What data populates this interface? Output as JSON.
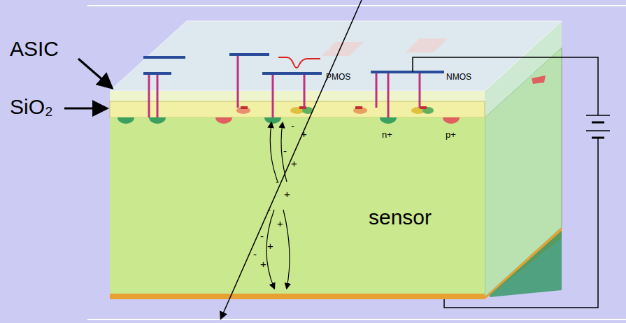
{
  "diagram": {
    "labels": [
      "ASIC",
      "SiO₂",
      "PMOS",
      "NMOS",
      "n+",
      "p+",
      "sensor",
      "-",
      "+",
      "-",
      "+",
      "-",
      "+",
      "-",
      "+",
      "-",
      "+",
      "-",
      "+"
    ]
  }
}
